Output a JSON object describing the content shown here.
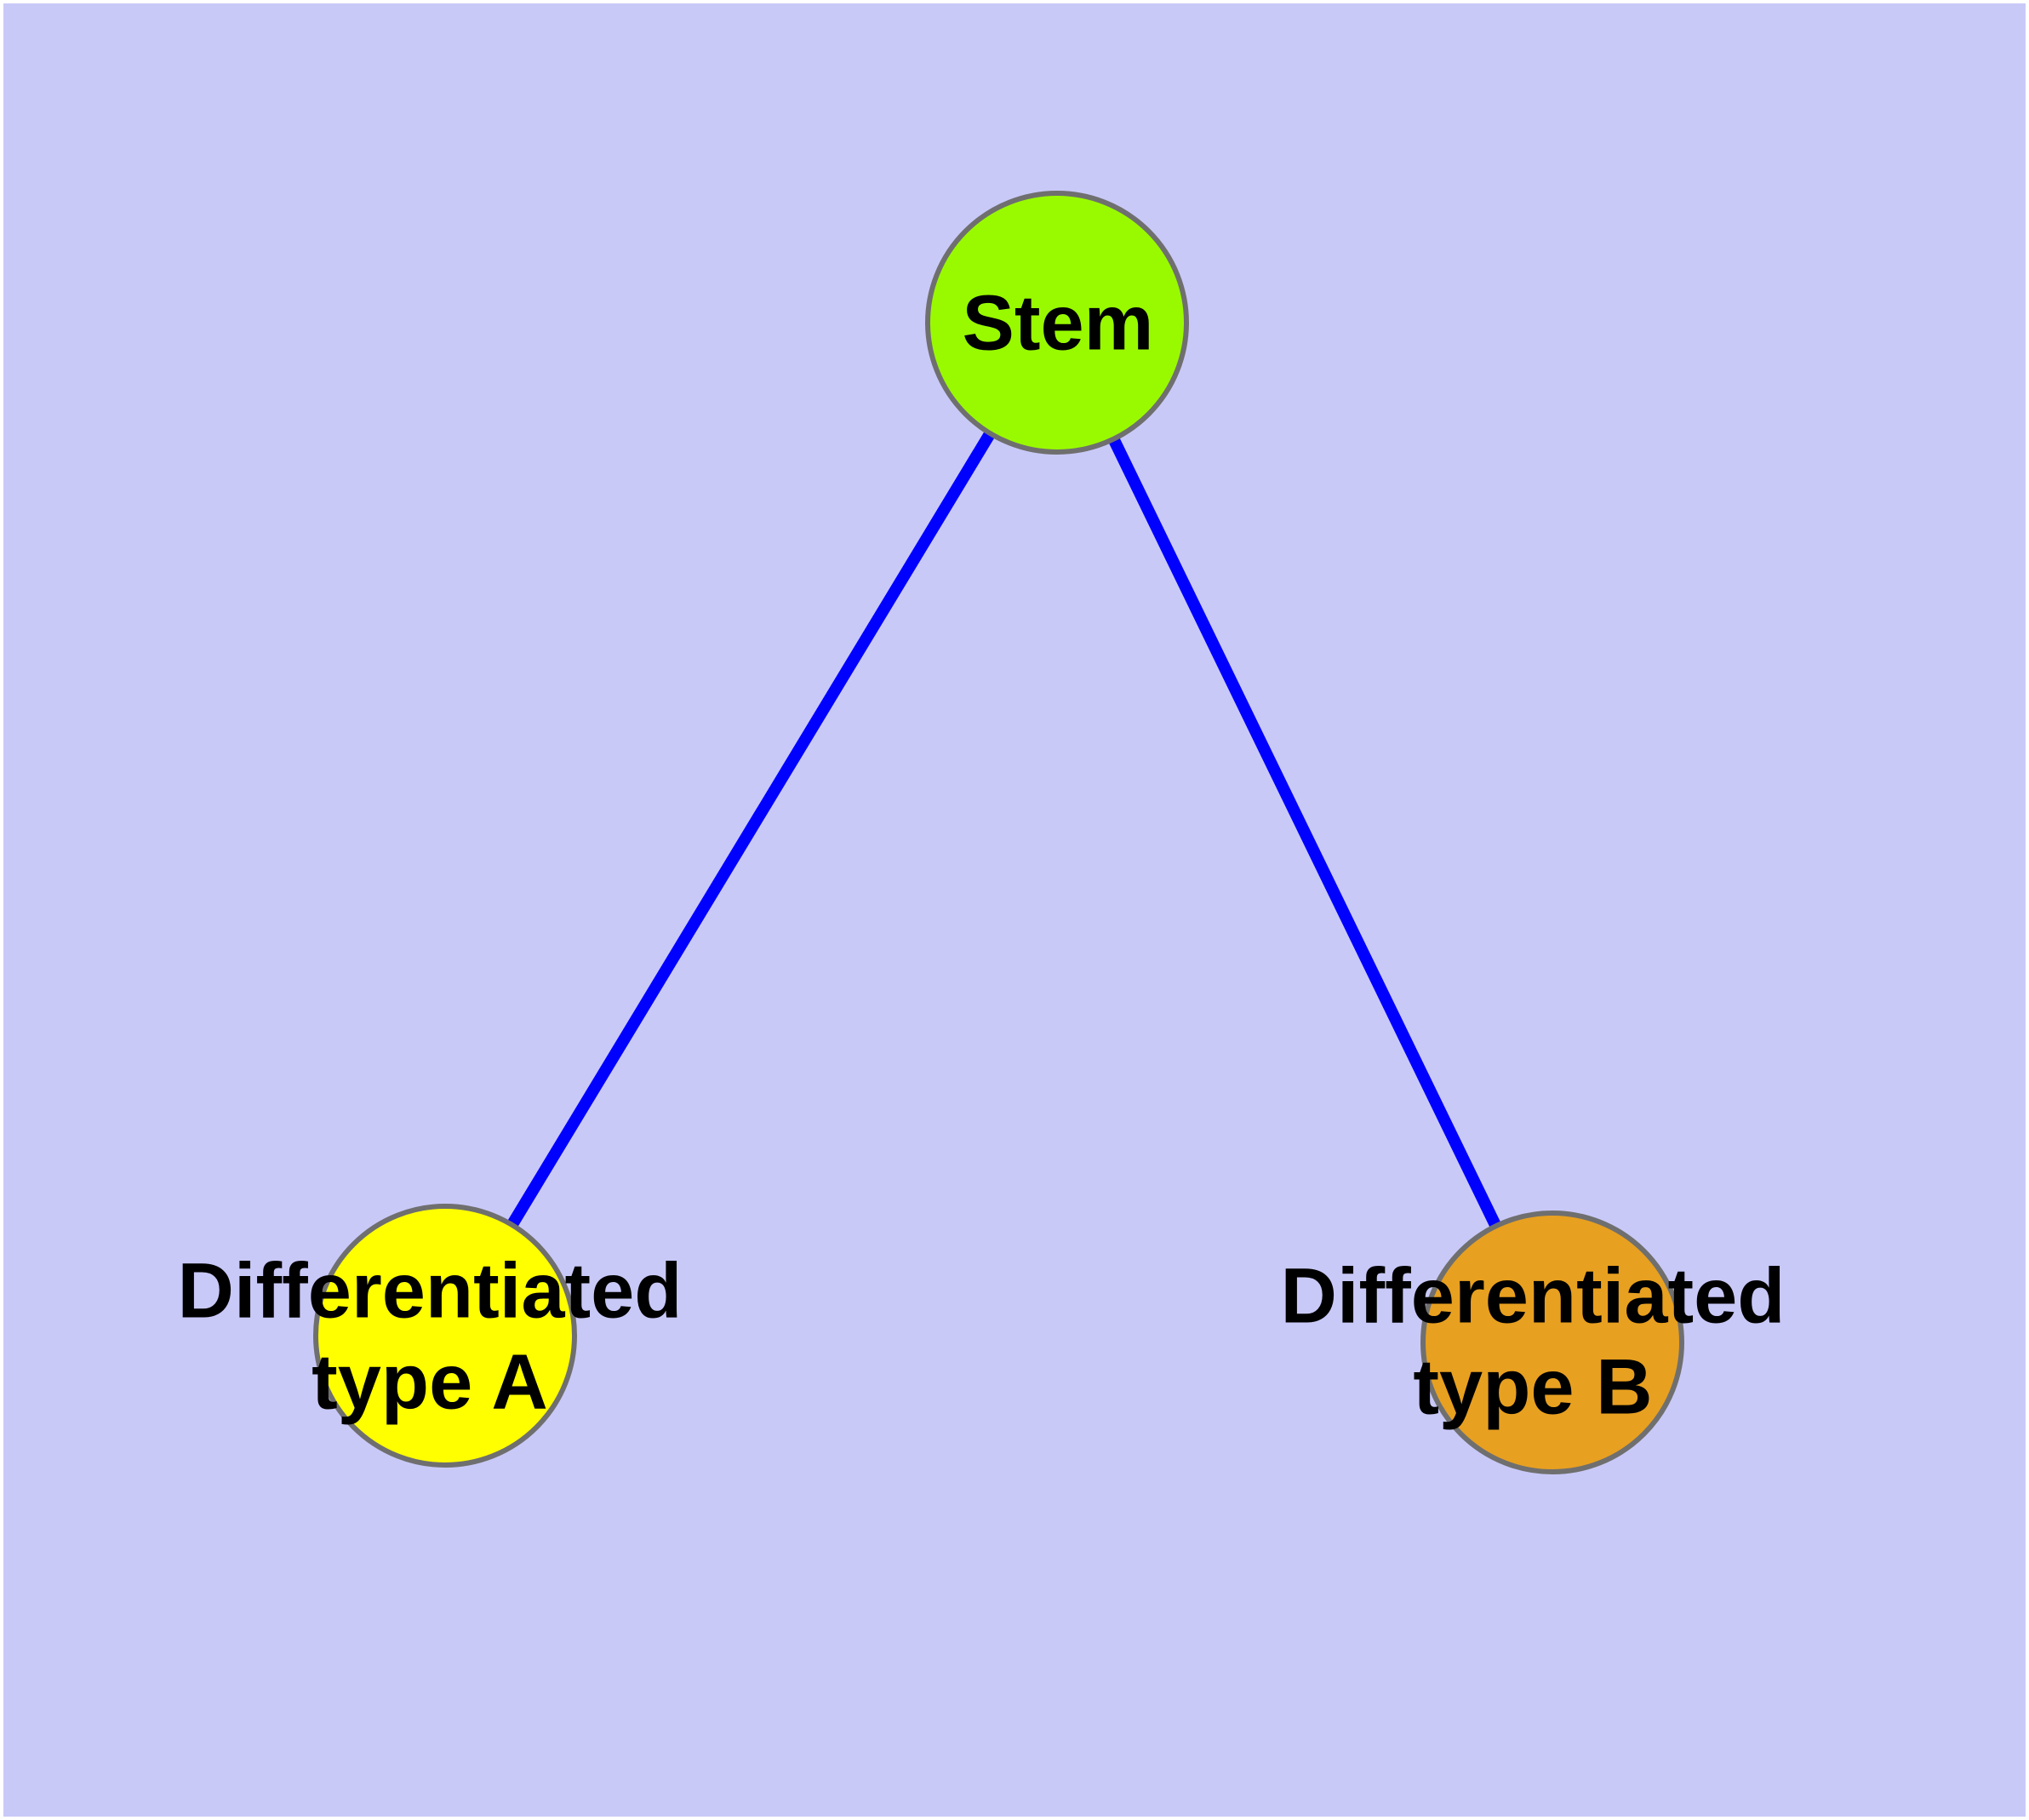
{
  "canvas": {
    "background_color": "#C9C9F8",
    "frame_color": "#FFFFFF"
  },
  "text_color": "#000000",
  "nodes": [
    {
      "id": "stem",
      "label_lines": [
        "Stem"
      ],
      "fill": "#99FA00",
      "border_color": "#6F6F6F"
    },
    {
      "id": "differentiated-type-a",
      "label_lines": [
        "Differentiated",
        "type A"
      ],
      "fill": "#FFFF00",
      "border_color": "#6F6F6F"
    },
    {
      "id": "differentiated-type-b",
      "label_lines": [
        "Differentiated",
        "type B"
      ],
      "fill": "#E8A020",
      "border_color": "#6F6F6F"
    }
  ],
  "edges": [
    {
      "from": "stem",
      "to": "differentiated-type-a",
      "color": "#0000FF"
    },
    {
      "from": "stem",
      "to": "differentiated-type-b",
      "color": "#0000FF"
    }
  ]
}
